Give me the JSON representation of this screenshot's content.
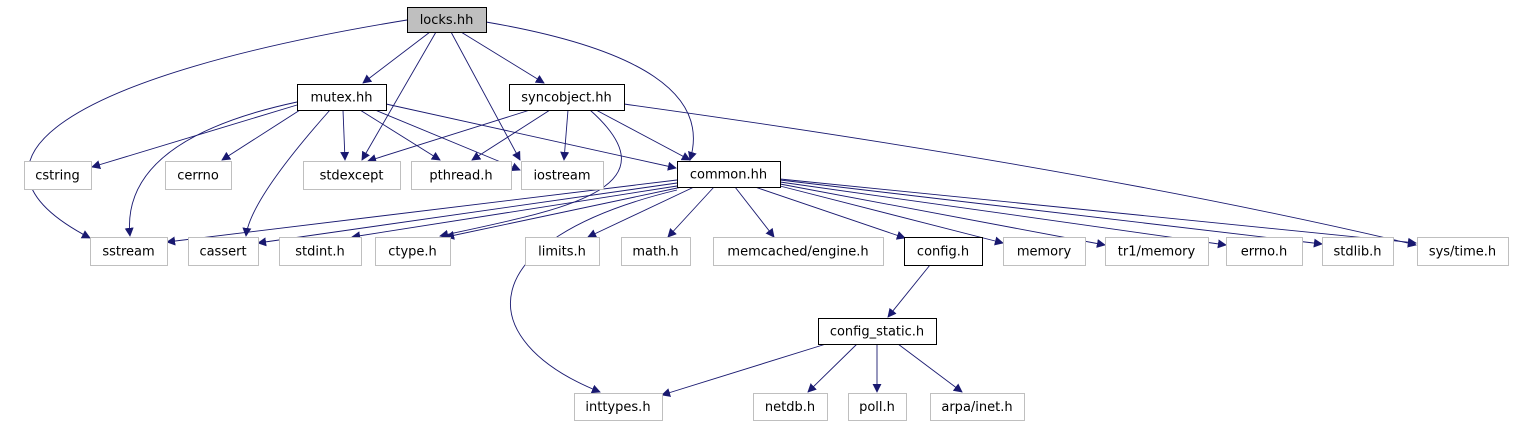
{
  "nodes": [
    {
      "id": "locks_hh",
      "label": "locks.hh",
      "style": "focus"
    },
    {
      "id": "mutex_hh",
      "label": "mutex.hh",
      "style": "local"
    },
    {
      "id": "syncobject_hh",
      "label": "syncobject.hh",
      "style": "local"
    },
    {
      "id": "cstring",
      "label": "cstring",
      "style": "system"
    },
    {
      "id": "cerrno",
      "label": "cerrno",
      "style": "system"
    },
    {
      "id": "stdexcept",
      "label": "stdexcept",
      "style": "system"
    },
    {
      "id": "pthread_h",
      "label": "pthread.h",
      "style": "system"
    },
    {
      "id": "iostream",
      "label": "iostream",
      "style": "system"
    },
    {
      "id": "common_hh",
      "label": "common.hh",
      "style": "local"
    },
    {
      "id": "sstream",
      "label": "sstream",
      "style": "system"
    },
    {
      "id": "cassert",
      "label": "cassert",
      "style": "system"
    },
    {
      "id": "stdint_h",
      "label": "stdint.h",
      "style": "system"
    },
    {
      "id": "ctype_h",
      "label": "ctype.h",
      "style": "system"
    },
    {
      "id": "limits_h",
      "label": "limits.h",
      "style": "system"
    },
    {
      "id": "math_h",
      "label": "math.h",
      "style": "system"
    },
    {
      "id": "memcached_engine_h",
      "label": "memcached/engine.h",
      "style": "system"
    },
    {
      "id": "config_h",
      "label": "config.h",
      "style": "local"
    },
    {
      "id": "memory",
      "label": "memory",
      "style": "system"
    },
    {
      "id": "tr1_memory",
      "label": "tr1/memory",
      "style": "system"
    },
    {
      "id": "errno_h",
      "label": "errno.h",
      "style": "system"
    },
    {
      "id": "stdlib_h",
      "label": "stdlib.h",
      "style": "system"
    },
    {
      "id": "sys_time_h",
      "label": "sys/time.h",
      "style": "system"
    },
    {
      "id": "config_static_h",
      "label": "config_static.h",
      "style": "local"
    },
    {
      "id": "inttypes_h",
      "label": "inttypes.h",
      "style": "system"
    },
    {
      "id": "netdb_h",
      "label": "netdb.h",
      "style": "system"
    },
    {
      "id": "poll_h",
      "label": "poll.h",
      "style": "system"
    },
    {
      "id": "arpa_inet_h",
      "label": "arpa/inet.h",
      "style": "system"
    }
  ],
  "edges": [
    [
      "locks_hh",
      "mutex_hh"
    ],
    [
      "locks_hh",
      "syncobject_hh"
    ],
    [
      "locks_hh",
      "sstream"
    ],
    [
      "locks_hh",
      "stdexcept"
    ],
    [
      "locks_hh",
      "iostream"
    ],
    [
      "locks_hh",
      "common_hh"
    ],
    [
      "mutex_hh",
      "cstring"
    ],
    [
      "mutex_hh",
      "cerrno"
    ],
    [
      "mutex_hh",
      "sstream"
    ],
    [
      "mutex_hh",
      "cassert"
    ],
    [
      "mutex_hh",
      "stdexcept"
    ],
    [
      "mutex_hh",
      "pthread_h"
    ],
    [
      "mutex_hh",
      "iostream"
    ],
    [
      "mutex_hh",
      "common_hh"
    ],
    [
      "syncobject_hh",
      "stdexcept"
    ],
    [
      "syncobject_hh",
      "pthread_h"
    ],
    [
      "syncobject_hh",
      "iostream"
    ],
    [
      "syncobject_hh",
      "common_hh"
    ],
    [
      "syncobject_hh",
      "ctype_h"
    ],
    [
      "syncobject_hh",
      "sys_time_h"
    ],
    [
      "common_hh",
      "sstream"
    ],
    [
      "common_hh",
      "cassert"
    ],
    [
      "common_hh",
      "stdint_h"
    ],
    [
      "common_hh",
      "ctype_h"
    ],
    [
      "common_hh",
      "limits_h"
    ],
    [
      "common_hh",
      "math_h"
    ],
    [
      "common_hh",
      "memcached_engine_h"
    ],
    [
      "common_hh",
      "config_h"
    ],
    [
      "common_hh",
      "memory"
    ],
    [
      "common_hh",
      "tr1_memory"
    ],
    [
      "common_hh",
      "errno_h"
    ],
    [
      "common_hh",
      "stdlib_h"
    ],
    [
      "common_hh",
      "sys_time_h"
    ],
    [
      "common_hh",
      "inttypes_h"
    ],
    [
      "config_h",
      "config_static_h"
    ],
    [
      "config_static_h",
      "inttypes_h"
    ],
    [
      "config_static_h",
      "netdb_h"
    ],
    [
      "config_static_h",
      "poll_h"
    ],
    [
      "config_static_h",
      "arpa_inet_h"
    ]
  ],
  "colors": {
    "focus_fill": "#bfbfbf",
    "local_border": "#000000",
    "system_border": "#bfbfbf",
    "edge": "#191970",
    "arrowhead": "#191970",
    "text": "#000000"
  }
}
